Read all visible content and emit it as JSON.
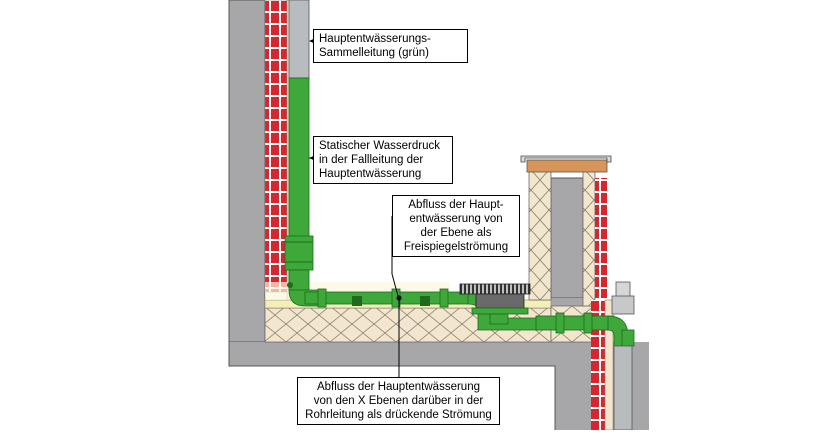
{
  "labels": {
    "sammelleitung": {
      "lines": [
        "Hauptentwässerungs-",
        "Sammelleitung (grün)"
      ]
    },
    "wasserdruck": {
      "lines": [
        "Statischer Wasserdruck",
        "in der Fallleitung der",
        "Hauptentwässerung"
      ]
    },
    "freispiegel": {
      "lines": [
        "Abfluss der Haupt-",
        "entwässerung von",
        "der Ebene als",
        "Freispiegelströmung"
      ]
    },
    "druckend": {
      "lines": [
        "Abfluss der Hauptentwässerung",
        "von den X Ebenen darüber in der",
        "Rohrleitung als drückende Strömung"
      ]
    }
  },
  "colors": {
    "concrete": "#a7a7a9",
    "brick": "#d9262e",
    "insulation": "#f2e6cf",
    "pipe_green": "#3ea83b",
    "pipe_green_dark": "#1f6b1d",
    "pipe_grey": "#b9bcbf",
    "coping": "#d8955a"
  }
}
